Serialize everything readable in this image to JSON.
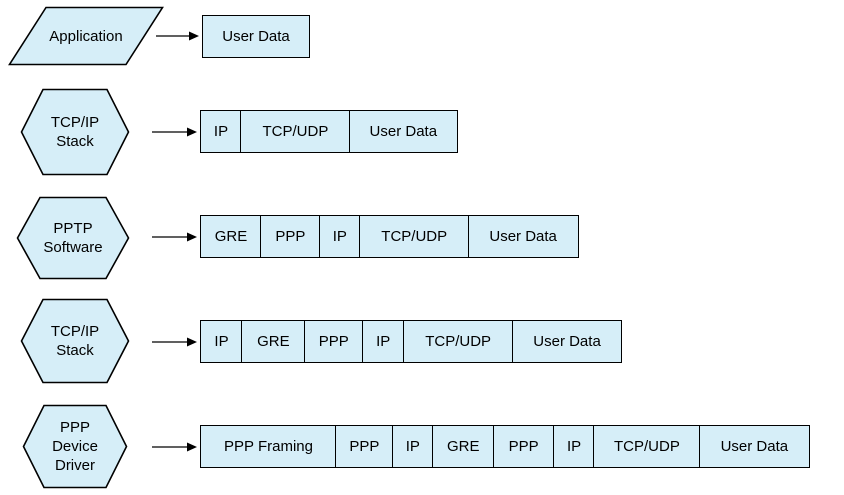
{
  "colors": {
    "background": "#FFFFFF",
    "shape_fill": "#D6EEF8",
    "shape_stroke": "#000000",
    "text": "#000000"
  },
  "diagram": {
    "type": "protocol-encapsulation-flow",
    "rows": [
      {
        "shape": "parallelogram",
        "label_lines": [
          "Application"
        ],
        "cells": [
          "User Data"
        ]
      },
      {
        "shape": "hexagon",
        "label_lines": [
          "TCP/IP",
          "Stack"
        ],
        "cells": [
          "IP",
          "TCP/UDP",
          "User Data"
        ]
      },
      {
        "shape": "hexagon",
        "label_lines": [
          "PPTP",
          "Software"
        ],
        "cells": [
          "GRE",
          "PPP",
          "IP",
          "TCP/UDP",
          "User Data"
        ]
      },
      {
        "shape": "hexagon",
        "label_lines": [
          "TCP/IP",
          "Stack"
        ],
        "cells": [
          "IP",
          "GRE",
          "PPP",
          "IP",
          "TCP/UDP",
          "User Data"
        ]
      },
      {
        "shape": "hexagon",
        "label_lines": [
          "PPP",
          "Device",
          "Driver"
        ],
        "cells": [
          "PPP Framing",
          "PPP",
          "IP",
          "GRE",
          "PPP",
          "IP",
          "TCP/UDP",
          "User Data"
        ]
      }
    ]
  }
}
